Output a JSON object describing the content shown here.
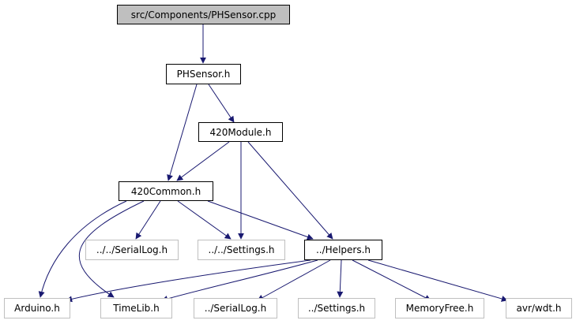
{
  "nodes": {
    "root": {
      "label": "src/Components/PHSensor.cpp"
    },
    "phsensor_h": {
      "label": "PHSensor.h"
    },
    "module420": {
      "label": "420Module.h"
    },
    "common420": {
      "label": "420Common.h"
    },
    "seriallog_up2": {
      "label": "../../SerialLog.h"
    },
    "settings_up2": {
      "label": "../../Settings.h"
    },
    "helpers": {
      "label": "../Helpers.h"
    },
    "arduino": {
      "label": "Arduino.h"
    },
    "timelib": {
      "label": "TimeLib.h"
    },
    "seriallog_up1": {
      "label": "../SerialLog.h"
    },
    "settings_up1": {
      "label": "../Settings.h"
    },
    "memoryfree": {
      "label": "MemoryFree.h"
    },
    "wdt": {
      "label": "avr/wdt.h"
    }
  },
  "colors": {
    "edge": "#191970",
    "root_fill": "#bfbfbf",
    "external_border": "#bfbfbf",
    "node_border": "#000000"
  }
}
